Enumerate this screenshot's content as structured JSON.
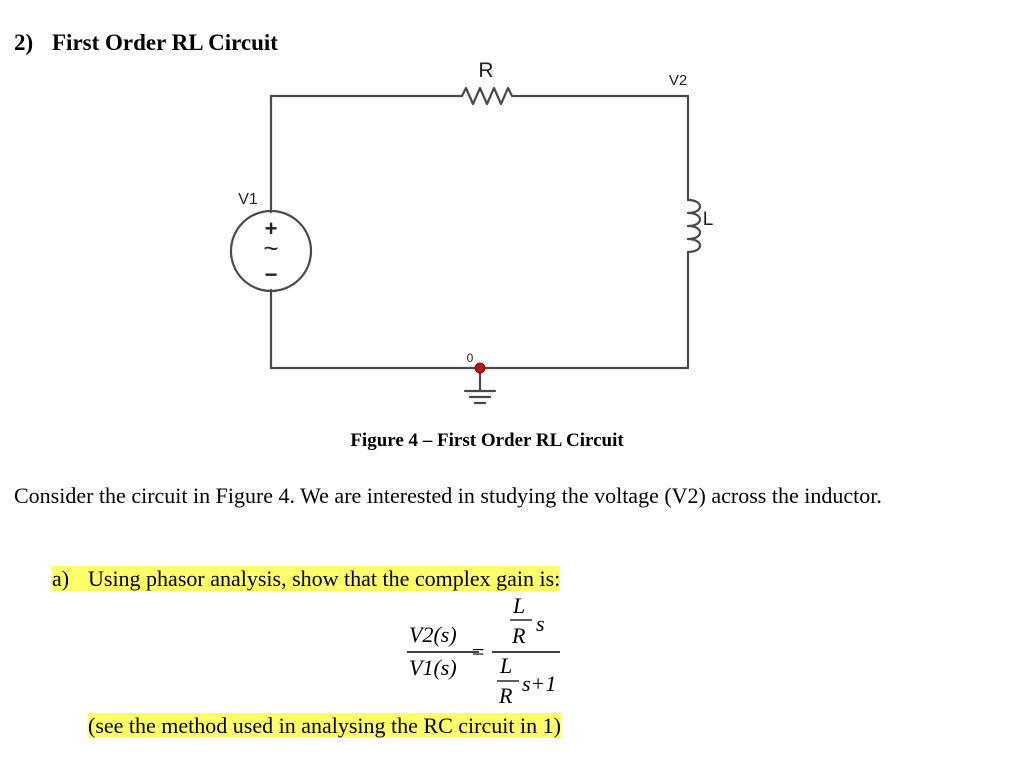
{
  "section": {
    "number": "2)",
    "title": "First Order RL Circuit"
  },
  "circuit": {
    "resistor_label": "R",
    "node_label": "V2",
    "source_label": "V1",
    "source_plus": "+",
    "source_minus": "−",
    "source_tilde": "~",
    "inductor_label": "L",
    "ground_label": "0"
  },
  "figure_caption": "Figure 4 – First Order RL Circuit",
  "paragraph": "Consider the circuit in Figure 4. We are interested in studying the voltage (V2) across the inductor.",
  "question": {
    "label": "a)",
    "text": "Using phasor analysis, show that the complex gain is:"
  },
  "formula": {
    "lhs_num": "V2(s)",
    "lhs_den": "V1(s)",
    "equals": "=",
    "rhs_num_frac_top": "L",
    "rhs_num_frac_bottom": "R",
    "rhs_num_var": "s",
    "rhs_den_frac_top": "L",
    "rhs_den_frac_bottom": "R",
    "rhs_den_tail": "s+1"
  },
  "note": "(see the method used in analysing the RC circuit in 1)",
  "colors": {
    "highlight": "#ffff6b",
    "wire": "#4a4a4a",
    "ground_dot": "#b01818"
  }
}
